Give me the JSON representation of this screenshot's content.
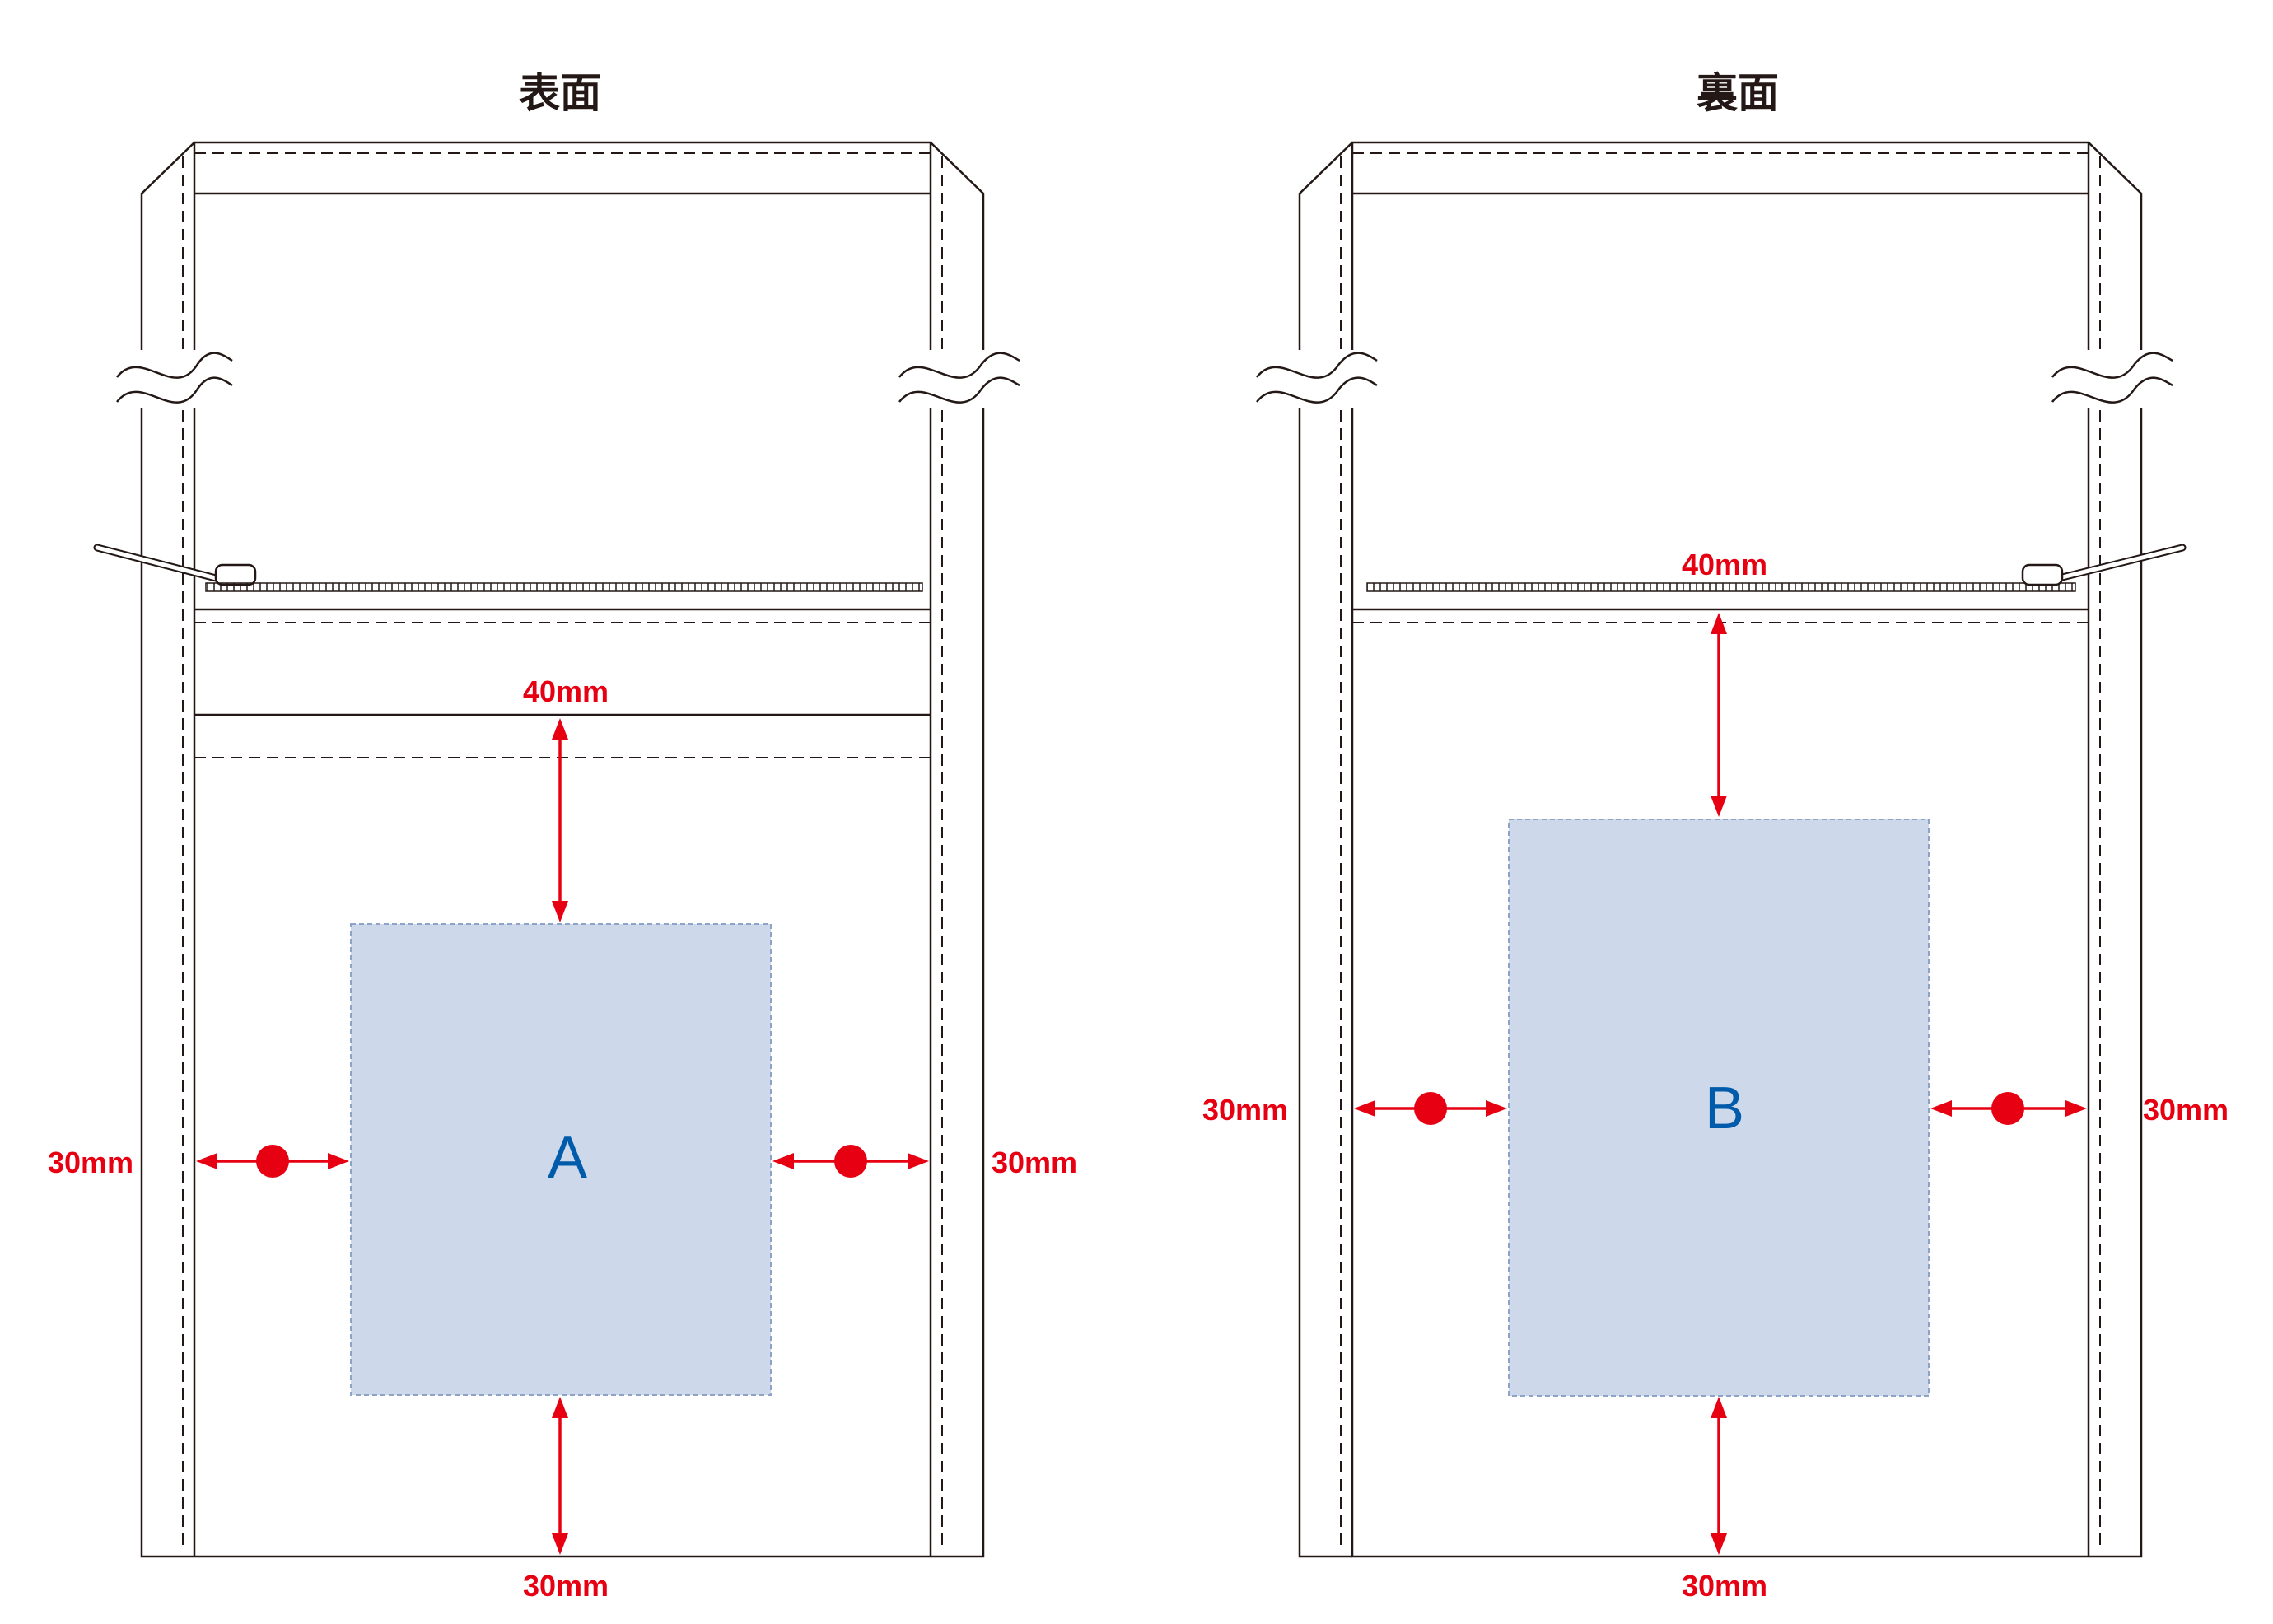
{
  "front": {
    "title": "表面",
    "area_label": "A",
    "dim_top": "40mm",
    "dim_bottom": "30mm",
    "dim_left": "30mm",
    "dim_right": "30mm"
  },
  "back": {
    "title": "裏面",
    "area_label": "B",
    "dim_top": "40mm",
    "dim_bottom": "30mm",
    "dim_left": "30mm",
    "dim_right": "30mm"
  },
  "colors": {
    "dimension": "#e60012",
    "print_area_fill": "#cdd8ea",
    "print_area_label": "#005bab",
    "outline": "#231815"
  }
}
